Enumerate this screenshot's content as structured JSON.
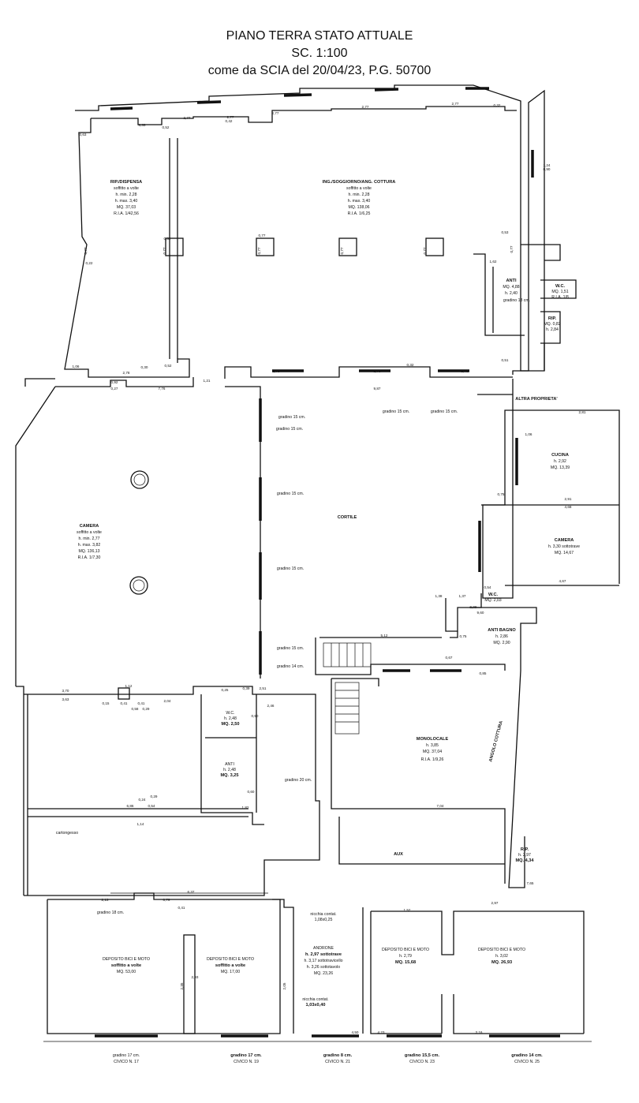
{
  "header": {
    "line1": "PIANO TERRA STATO ATTUALE",
    "line2": "SC. 1:100",
    "line3": "come da SCIA del 20/04/23, P.G. 50700"
  },
  "labels": [
    "RIP./DISPENSA",
    "soffitto a volte",
    "h. min. 2,28",
    "h. max. 3,40",
    "MQ. 37,03",
    "R.I.A. 1/42,56",
    "ING./SOGGIORNO/ANG. COTTURA",
    "soffitto a volte",
    "h. min. 2,28",
    "h. max. 3,40",
    "MQ. 138,06",
    "R.I.A. 1/6,25",
    "ANTI",
    "MQ. 4,88",
    "h. 2,40",
    "W.C.",
    "MQ. 1,51",
    "R.I.A. 1/8",
    "RIP.",
    "MQ. 0,82",
    "h. 2,84",
    "gradino 18 cm.",
    "ALTRA PROPRIETA'",
    "CUCINA",
    "h. 2,92",
    "MQ. 13,39",
    "CAMERA",
    "h. 3,30 sottotrave",
    "MQ. 14,67",
    "CAMERA",
    "soffitto a volte",
    "h. min. 2,77",
    "h. max. 3,82",
    "MQ. 136,13",
    "R.I.A. 1/7,30",
    "CORTILE",
    "gradino 15 cm.",
    "gradino 15 cm.",
    "gradino 15 cm.",
    "gradino 15 cm.",
    "gradino 15 cm.",
    "gradino 15 cm.",
    "gradino 15 cm.",
    "gradino 14 cm.",
    "W.C.",
    "MQ. 2,03",
    "ANTI BAGNO",
    "h. 2,86",
    "MQ. 2,90",
    "MONOLOCALE",
    "h. 3,85",
    "MQ. 37,04",
    "R.I.A. 1/9,26",
    "ANGOLO COTTURA",
    "W.C.",
    "h. 2,48",
    "MQ. 2,50",
    "ANTI",
    "h. 2,48",
    "MQ. 3,25",
    "gradino 20 cm.",
    "cartongesso",
    "AUX",
    "RIP.",
    "h. 2,97",
    "MQ. 4,34",
    "gradino 18 cm.",
    "DEPOSITO BICI E MOTO",
    "soffitto a volte",
    "MQ. 53,00",
    "DEPOSITO BICI E MOTO",
    "soffitto a volte",
    "MQ. 17,00",
    "ANDRONE",
    "h. 2,97 sottotrave",
    "h. 3,17 sottotravicello",
    "h. 3,26 sottotavolo",
    "MQ. 23,26",
    "nicchia contat.",
    "1,08x0,25",
    "nicchia contat.",
    "1,03x0,40",
    "DEPOSITO BICI E MOTO",
    "h. 2,79",
    "MQ. 15,68",
    "DEPOSITO BICI E MOTO",
    "h. 3,02",
    "MQ. 26,93",
    "gradino 17 cm.",
    "CIVICO N. 17",
    "gradino 17 cm.",
    "CIVICO N. 19",
    "gradino 8 cm.",
    "CIVICO N. 21",
    "gradino 15,5 cm.",
    "CIVICO N. 23",
    "gradino 14 cm.",
    "CIVICO N. 25"
  ],
  "dimensions": [
    "2,77",
    "2,77",
    "2,77",
    "2,77",
    "2,77",
    "6,35",
    "0,52",
    "0,42",
    "0,32",
    "0,63",
    "1,24",
    "0,90",
    "0,77",
    "0,77",
    "0,77",
    "0,77",
    "0,77",
    "0,77",
    "0,77",
    "0,52",
    "0,22",
    "1,06",
    "2,78",
    "0,30",
    "0,52",
    "0,53",
    "0,51",
    "2,78",
    "2,78",
    "2,78",
    "0,92",
    "0,27",
    "7,76",
    "1,21",
    "9,87",
    "0,32",
    "1,06",
    "2,81",
    "4,68",
    "2,91",
    "4,67",
    "0,75",
    "0,54",
    "1,62",
    "3,70",
    "3,63",
    "2,04",
    "1,12",
    "0,15",
    "0,41",
    "0,41",
    "0,58",
    "0,29",
    "0,25",
    "0,39",
    "2,51",
    "2,46",
    "0,50",
    "0,60",
    "1,82",
    "0,24",
    "0,29",
    "1,14",
    "2,13",
    "0,79",
    "6,37",
    "5,12",
    "0,67",
    "0,85",
    "7,04",
    "7,65",
    "1,52",
    "2,97",
    "4,23",
    "3,16",
    "4,50",
    "2,05",
    "2,35",
    "2,93",
    "6,86",
    "0,54",
    "0,41",
    "9,09",
    "1,37",
    "1,38",
    "0,75",
    "9,60",
    "1,40"
  ]
}
